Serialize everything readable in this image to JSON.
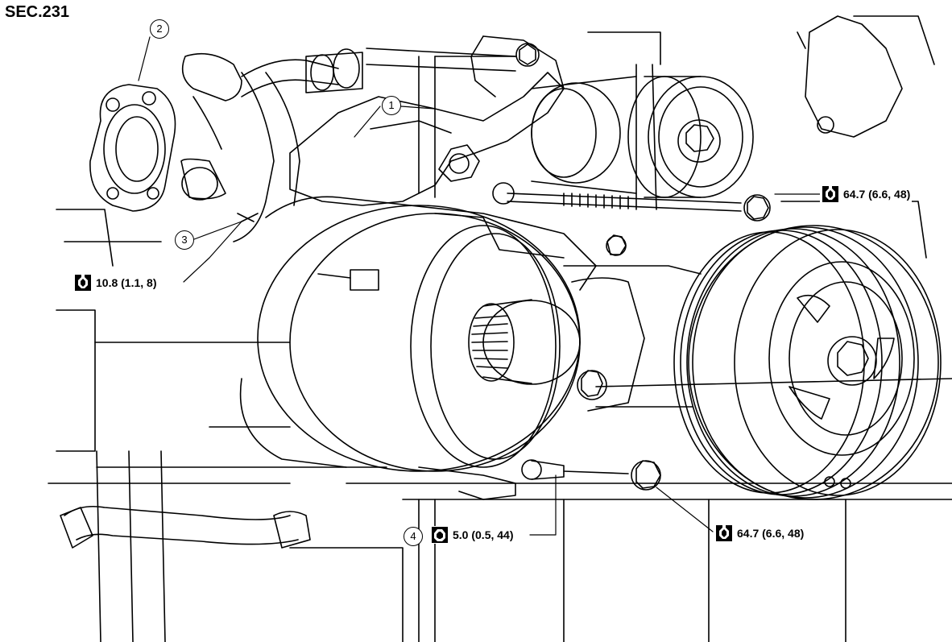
{
  "section": "SEC.231",
  "callouts": [
    {
      "id": "callout-1",
      "label": "1"
    },
    {
      "id": "callout-2",
      "label": "2"
    },
    {
      "id": "callout-3",
      "label": "3"
    },
    {
      "id": "callout-4",
      "label": "4"
    }
  ],
  "torques": {
    "t1": {
      "text": "10.8 (1.1, 8)",
      "icon": "torque-wrench-icon"
    },
    "t2": {
      "text": "64.7 (6.6, 48)",
      "icon": "torque-wrench-icon"
    },
    "t3": {
      "text": "5.0 (0.5, 44)",
      "icon": "torque-wrench-solid-icon"
    },
    "t4": {
      "text": "64.7 (6.6, 48)",
      "icon": "torque-wrench-icon"
    }
  },
  "colors": {
    "ink": "#000000",
    "paper": "#ffffff"
  }
}
